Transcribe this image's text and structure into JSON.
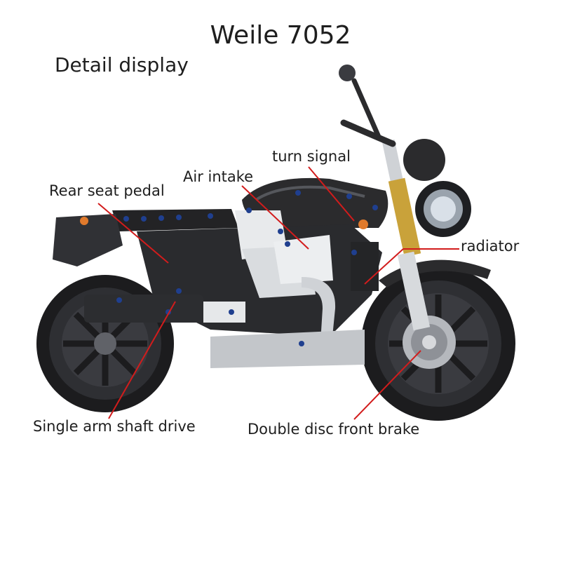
{
  "title": "Weile 7052",
  "subtitle": "Detail display",
  "callouts": {
    "turn_signal": "turn signal",
    "air_intake": "Air intake",
    "rear_seat_pedal": "Rear seat pedal",
    "radiator": "radiator",
    "single_arm_shaft_drive": "Single arm shaft drive",
    "double_disc_front_brake": "Double disc front brake"
  },
  "colors": {
    "leader_line": "#d21c1c",
    "body_dark": "#2b2b2d",
    "tire": "#1c1c1e",
    "chrome": "#cfd2d6",
    "fork_gold": "#c9a23a",
    "pin_blue": "#1f3f8f",
    "accent_orange": "#e07a2c"
  }
}
